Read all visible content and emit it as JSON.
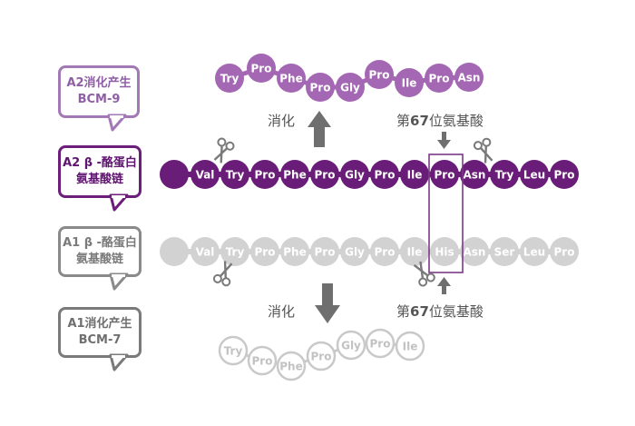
{
  "labels": {
    "a2_bcm9": [
      "A2消化产生",
      "BCM-9"
    ],
    "a2_beta": [
      "A2 β -酪蛋白",
      "氨基酸链"
    ],
    "a1_beta": [
      "A1 β -酪蛋白",
      "氨基酸链"
    ],
    "a1_bcm7": [
      "A1消化产生",
      "BCM-7"
    ]
  },
  "annotations": {
    "digest_top": "消化",
    "digest_bottom": "消化",
    "position67_top_pre": "第",
    "position67_top_num": "67",
    "position67_top_post": "位氨基酸",
    "position67_bottom_pre": "第",
    "position67_bottom_num": "67",
    "position67_bottom_post": "位氨基酸"
  },
  "chains": {
    "a2_bcm9_fragment": [
      "Try",
      "Pro",
      "Phe",
      "Pro",
      "Gly",
      "Pro",
      "Ile",
      "Pro",
      "Asn"
    ],
    "a2_chain": [
      "",
      "Val",
      "Try",
      "Pro",
      "Phe",
      "Pro",
      "Gly",
      "Pro",
      "Ile",
      "Pro",
      "Asn",
      "Try",
      "Leu",
      "Pro"
    ],
    "a1_chain": [
      "",
      "Val",
      "Try",
      "Pro",
      "Phe",
      "Pro",
      "Gly",
      "Pro",
      "Ile",
      "His",
      "Asn",
      "Ser",
      "Leu",
      "Pro"
    ],
    "a1_bcm7_fragment": [
      "Try",
      "Pro",
      "Phe",
      "Pro",
      "Gly",
      "Pro",
      "Ile"
    ]
  },
  "colors": {
    "a2_fragment": "#a467b4",
    "a2_chain": "#6a1d78",
    "a1_chain": "#d2d2d2",
    "a1_fragment_stroke": "#c9c9c9",
    "highlight_box": "#7a3a86",
    "arrow": "#6f6f6f"
  },
  "icons": [
    "scissors-icon",
    "arrow-up-icon",
    "arrow-down-icon"
  ]
}
